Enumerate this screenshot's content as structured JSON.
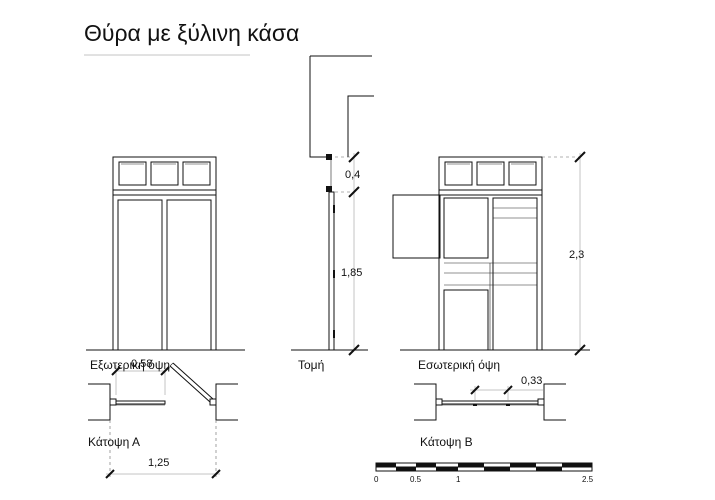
{
  "title": "Θύρα με ξύλινη κάσα",
  "views": {
    "exterior": "Εξωτερική όψη",
    "section": "Τομή",
    "interior": "Εσωτερική όψη",
    "plan_a": "Κάτοψη Α",
    "plan_b": "Κάτοψη Β"
  },
  "dimensions": {
    "d058": "0,58",
    "d125": "1,25",
    "d04": "0,4",
    "d185": "1,85",
    "d23": "2,3",
    "d033": "0,33"
  },
  "scale_bar": {
    "ticks": [
      "0",
      "0.5",
      "1",
      "2.5"
    ]
  }
}
